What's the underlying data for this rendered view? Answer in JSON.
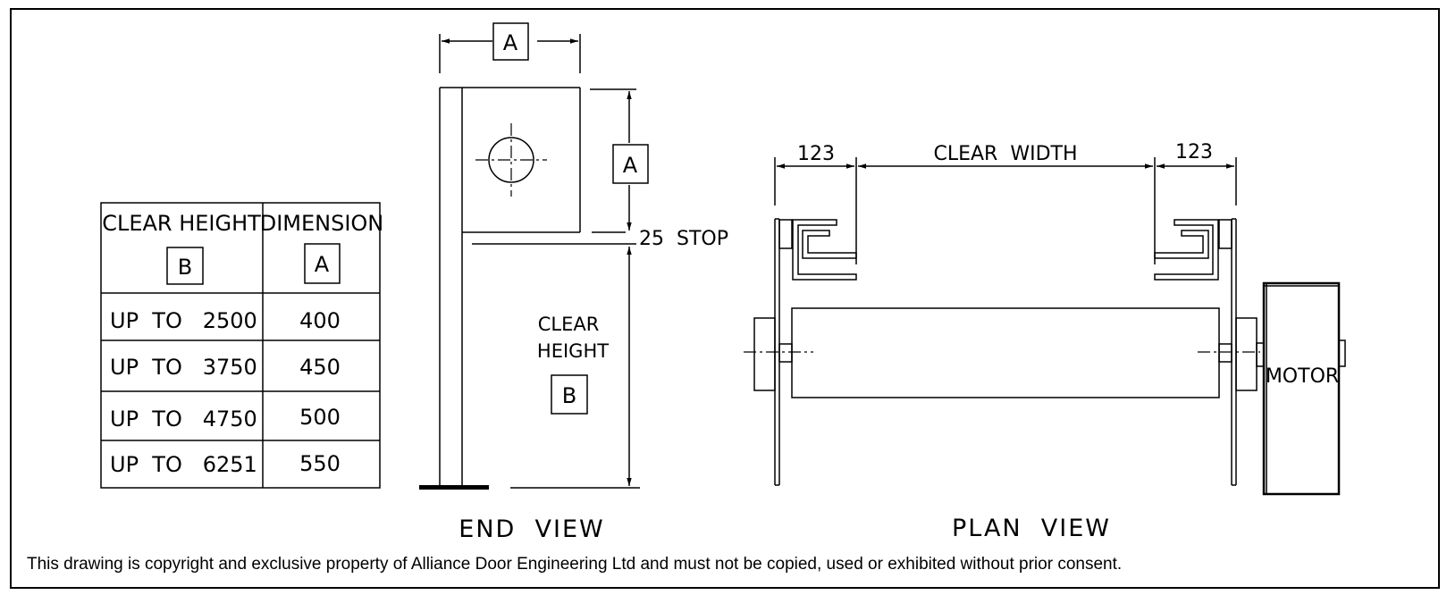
{
  "table": {
    "header_col1": "CLEAR HEIGHT",
    "header_col1_tag": "B",
    "header_col2": "DIMENSION",
    "header_col2_tag": "A",
    "rows": [
      {
        "range": "UP  TO   2500",
        "dimension": "400"
      },
      {
        "range": "UP  TO   3750",
        "dimension": "450"
      },
      {
        "range": "UP  TO   4750",
        "dimension": "500"
      },
      {
        "range": "UP  TO   6251",
        "dimension": "550"
      }
    ]
  },
  "end_view": {
    "label": "END  VIEW",
    "top_dim_tag": "A",
    "side_dim_tag": "A",
    "stop_label": "25  STOP",
    "clear_height_line1": "CLEAR",
    "clear_height_line2": "HEIGHT",
    "clear_height_tag": "B"
  },
  "plan_view": {
    "label": "PLAN  VIEW",
    "left_dim": "123",
    "right_dim": "123",
    "width_label": "CLEAR  WIDTH",
    "motor_label": "MOTOR"
  },
  "copyright": "This drawing is copyright and exclusive property of Alliance Door Engineering Ltd and must not be copied, used or exhibited without prior consent."
}
